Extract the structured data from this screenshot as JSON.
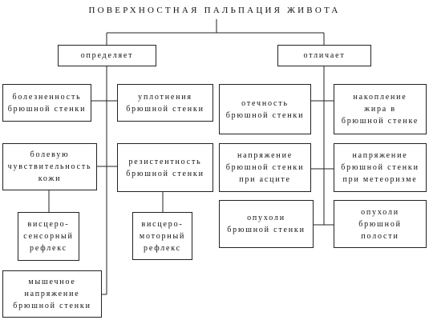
{
  "title": "ПОВЕРХНОСТНАЯ ПАЛЬПАЦИЯ ЖИВОТА",
  "nodes": {
    "determines": "определяет",
    "distinguishes": "отличает",
    "soreness": "болезненность\nбрюшной стенки",
    "pain_sensitivity": "болевую\nчувствительность\nкожи",
    "viscerosensory": "висцеро-\nсенсорный\nрефлекс",
    "muscle_tension": "мышечное\nнапряжение\nбрюшной стенки",
    "indurations": "уплотнения\nбрюшной стенки",
    "resistance": "резистентность\nбрюшной стенки",
    "visceromotor": "висцеро-\nмоторный\nрефлекс",
    "edema": "отечность\nбрюшной стенки",
    "tension_ascites": "напряжение\nбрюшной стенки\nпри асците",
    "tumors_wall": "опухоли\nбрюшной стенки",
    "fat_accumulation": "накопление\nжира в\nбрюшной стенке",
    "tension_meteorism": "напряжение\nбрюшной стенки\nпри метеоризме",
    "tumors_cavity": "опухоли\nбрюшной\nполости"
  }
}
